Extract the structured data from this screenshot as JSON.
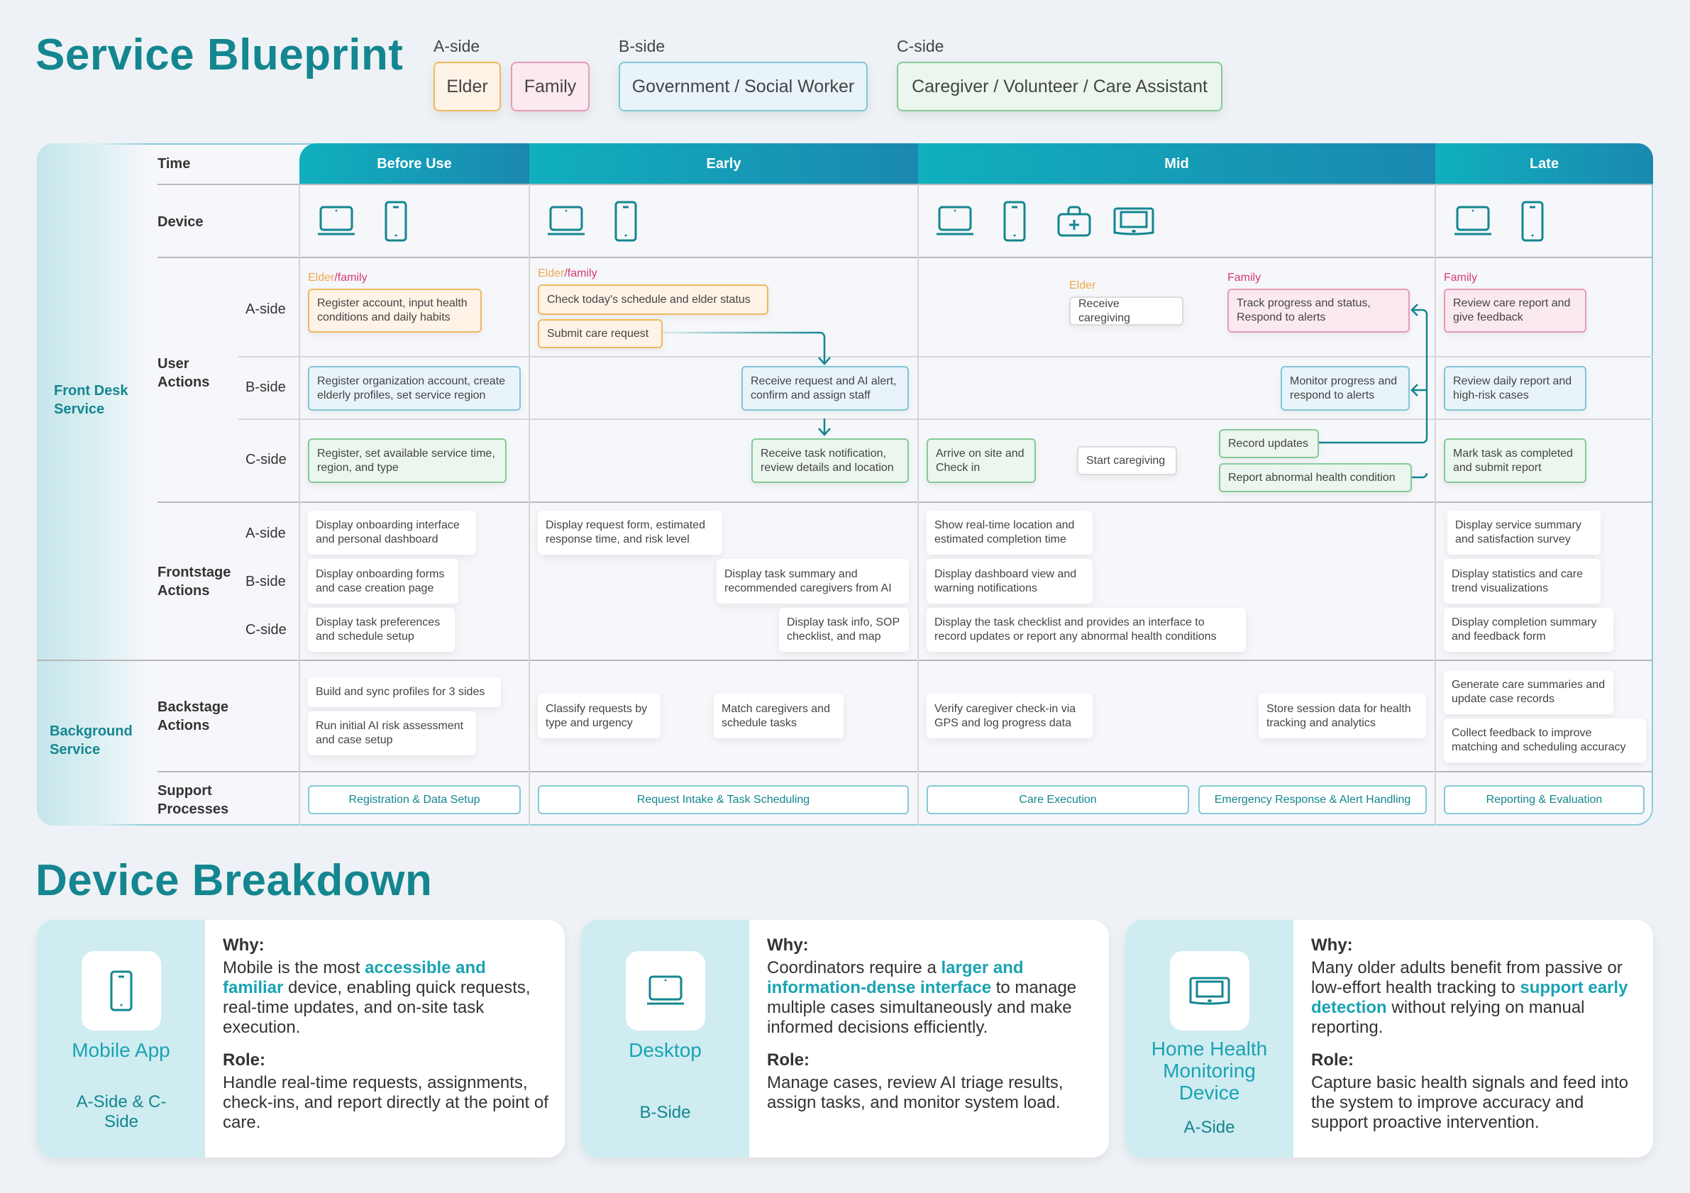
{
  "title": "Service Blueprint",
  "legend": {
    "a_label": "A-side",
    "a_items": [
      "Elder",
      "Family"
    ],
    "b_label": "B-side",
    "b_items": [
      "Government / Social Worker"
    ],
    "c_label": "C-side",
    "c_items": [
      "Caregiver / Volunteer / Care Assistant"
    ]
  },
  "colors": {
    "accent": "#14868f",
    "elder": "#f0b860",
    "family": "#e59ab8",
    "b_side": "#82c6d6",
    "c_side": "#86ca98"
  },
  "blueprint": {
    "sections": [
      "Front Desk Service",
      "Background Service"
    ],
    "row_labels": {
      "time": "Time",
      "device": "Device",
      "user_actions": "User Actions",
      "frontstage": "Frontstage Actions",
      "backstage": "Backstage Actions",
      "support": "Support Processes"
    },
    "sub_labels": [
      "A-side",
      "B-side",
      "C-side"
    ],
    "stages": [
      "Before Use",
      "Early",
      "Mid",
      "Late"
    ],
    "devices": {
      "before_use": [
        "laptop-icon",
        "phone-icon"
      ],
      "early": [
        "laptop-icon",
        "phone-icon"
      ],
      "mid": [
        "laptop-icon",
        "phone-icon",
        "medical-kit-icon",
        "health-monitor-icon"
      ],
      "late": [
        "laptop-icon",
        "phone-icon"
      ]
    },
    "actor_tags": {
      "elder": "Elder",
      "slash_family": "/family",
      "family": "Family"
    },
    "user_actions": {
      "a_side": [
        "Register account, input health conditions and daily habits",
        "Check today's schedule and elder status",
        "Submit care request",
        "Receive caregiving",
        "Track progress and status, Respond to alerts",
        "Review care report and give feedback"
      ],
      "b_side": [
        "Register organization account, create elderly profiles, set service region",
        "Receive request and AI alert, confirm and assign staff",
        "Monitor progress and respond to alerts",
        "Review daily report and high-risk cases"
      ],
      "c_side": [
        "Register, set available service time, region, and type",
        "Receive task notification, review details and location",
        "Arrive on site and Check in",
        "Start caregiving",
        "Record updates",
        "Report abnormal health condition",
        "Mark task as completed and submit report"
      ]
    },
    "frontstage": {
      "a_side": [
        "Display onboarding interface and personal dashboard",
        "Display request form, estimated response time, and risk level",
        "Show real-time location and estimated completion time",
        "Display service summary and satisfaction survey"
      ],
      "b_side": [
        "Display onboarding forms and case creation page",
        "Display task summary and recommended caregivers from AI",
        "Display dashboard view and warning notifications",
        "Display statistics and care trend visualizations"
      ],
      "c_side": [
        "Display task preferences and schedule setup",
        "Display task info, SOP checklist, and map",
        "Display the task checklist and provides an interface to record updates or report any abnormal health conditions",
        "Display completion summary and feedback form"
      ]
    },
    "backstage": [
      "Build and sync profiles for 3 sides",
      "Run initial AI risk assessment and case setup",
      "Classify requests by type and urgency",
      "Match caregivers and schedule tasks",
      "Verify caregiver check-in via GPS and log progress data",
      "Store session data for health tracking and analytics",
      "Generate care summaries and update case records",
      "Collect feedback to improve matching and scheduling accuracy"
    ],
    "support": [
      "Registration & Data Setup",
      "Request Intake & Task Scheduling",
      "Care Execution",
      "Emergency Response & Alert Handling",
      "Reporting & Evaluation"
    ]
  },
  "device_breakdown": {
    "title": "Device Breakdown",
    "why_label": "Why:",
    "role_label": "Role:",
    "cards": [
      {
        "icon": "phone-icon",
        "name": "Mobile App",
        "sides": "A-Side & C-Side",
        "why": [
          "Mobile is the most ",
          "accessible and familiar",
          " device,  enabling quick requests, real-time updates, and on-site task execution."
        ],
        "role": "Handle real-time requests, assignments, check-ins, and report directly at the point of care."
      },
      {
        "icon": "laptop-icon",
        "name": "Desktop",
        "sides": "B-Side",
        "why": [
          "Coordinators require a ",
          "larger and information-dense interface",
          " to manage multiple cases simultaneously and make informed decisions efficiently."
        ],
        "role": "Manage cases, review AI triage results, assign tasks, and monitor system load."
      },
      {
        "icon": "health-monitor-icon",
        "name": "Home Health Monitoring Device",
        "sides": "A-Side",
        "why": [
          "Many older adults benefit from passive or low-effort health tracking to ",
          "support early detection",
          " without relying on manual reporting."
        ],
        "role": "Capture basic health signals and feed into the system to improve accuracy and support proactive intervention."
      }
    ]
  }
}
